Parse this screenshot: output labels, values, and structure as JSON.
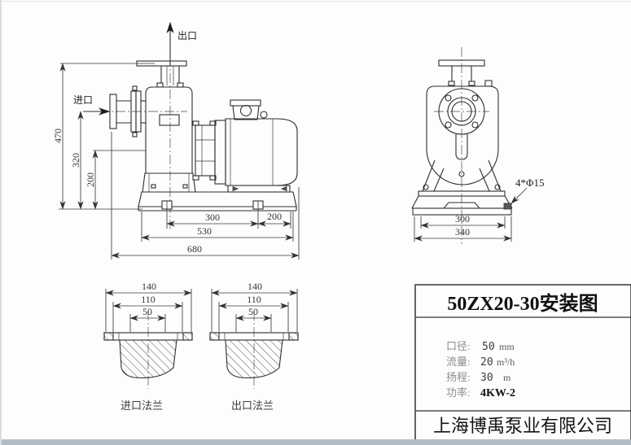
{
  "side_view": {
    "outlet_label": "出口",
    "inlet_label": "进口",
    "dim_total_height": "470",
    "dim_inlet_height": "320",
    "dim_base_height": "200",
    "dim_bolt_span": "300",
    "dim_overhang": "200",
    "dim_base_length": "530",
    "dim_total_length": "680"
  },
  "front_view": {
    "bolt_holes_note": "4*Φ15",
    "dim_bolt_span": "300",
    "dim_base_width": "340"
  },
  "inlet_flange": {
    "label": "进口法兰",
    "dim_outer": "140",
    "dim_bolt_circle": "110",
    "dim_bore": "50"
  },
  "outlet_flange": {
    "label": "出口法兰",
    "dim_outer": "140",
    "dim_bolt_circle": "110",
    "dim_bore": "50"
  },
  "title_block": {
    "title": "50ZX20-30安装图",
    "specs": [
      {
        "label": "口径:",
        "value": "50",
        "unit": "mm"
      },
      {
        "label": "流量:",
        "value": "20",
        "unit": "m³/h"
      },
      {
        "label": "扬程:",
        "value": "30",
        "unit": "m"
      },
      {
        "label": "功率:",
        "value": "4KW-2",
        "unit": ""
      }
    ],
    "company": "上海博禹泵业有限公司"
  },
  "colors": {
    "line": "#2e2e2e",
    "footer_bar": "#b0bcc6",
    "background": "#fdfdfd"
  }
}
